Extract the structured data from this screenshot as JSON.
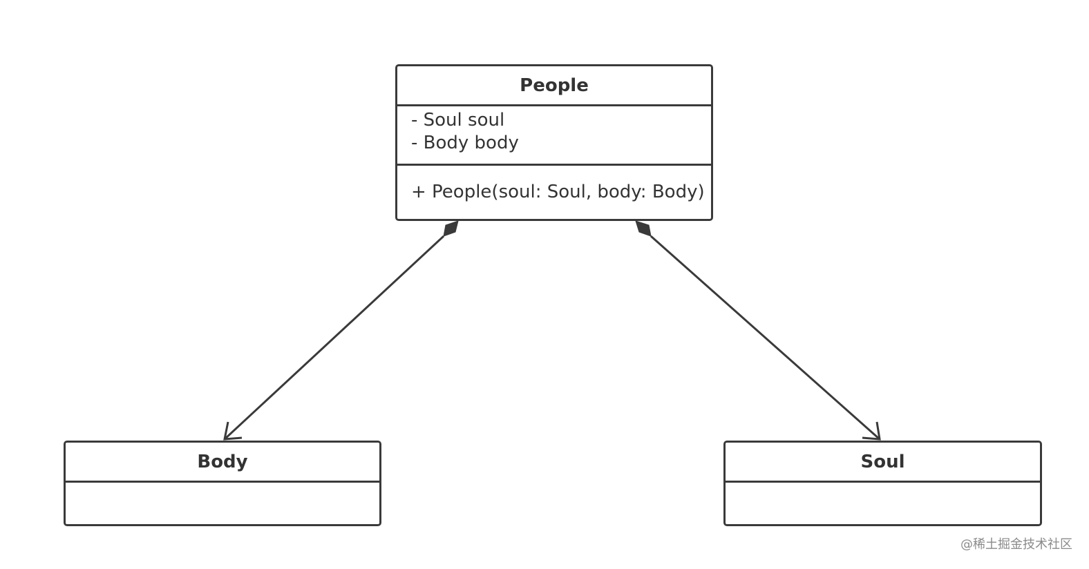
{
  "classes": {
    "people": {
      "name": "People",
      "attributes": [
        "- Soul soul",
        "- Body body"
      ],
      "operations": [
        "+ People(soul: Soul, body: Body)"
      ]
    },
    "body": {
      "name": "Body",
      "attributes": [],
      "operations": []
    },
    "soul": {
      "name": "Soul",
      "attributes": [],
      "operations": []
    }
  },
  "relationships": [
    {
      "type": "composition",
      "from": "People",
      "to": "Body",
      "navigable": true
    },
    {
      "type": "composition",
      "from": "People",
      "to": "Soul",
      "navigable": true
    }
  ],
  "watermark": "@稀土掘金技术社区",
  "colors": {
    "stroke": "#3a3a3a",
    "text": "#333333",
    "watermark": "#8a8a8a"
  }
}
